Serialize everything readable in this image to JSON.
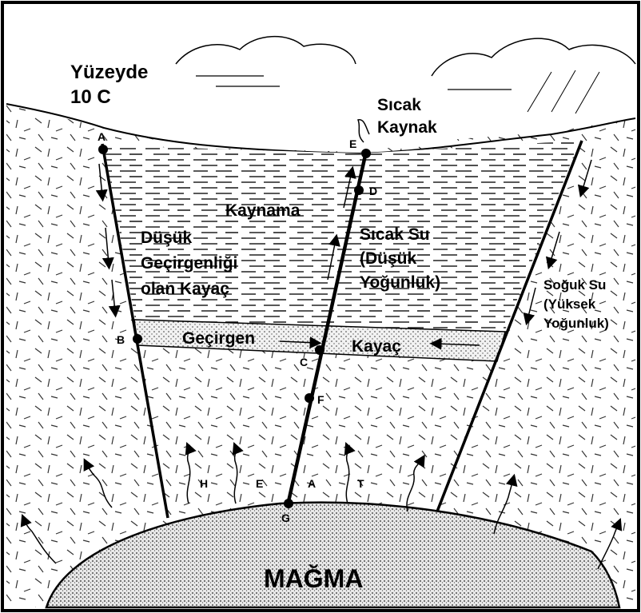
{
  "surface": {
    "line1": "Yüzeyde",
    "line2": "10 C"
  },
  "hot_spring": {
    "line1": "Sıcak",
    "line2": "Kaynak"
  },
  "boiling": "Kaynama",
  "low_perm_rock": {
    "line1": "Düşük",
    "line2": "Geçirgenliği",
    "line3": "olan Kayaç"
  },
  "hot_water": {
    "line1": "Sıcak Su",
    "line2": "(Düşük",
    "line3": "Yoğunluk)"
  },
  "cold_water": {
    "line1": "Soğuk Su",
    "line2": "(Yüksek",
    "line3": "Yoğunluk)"
  },
  "permeable_layer": {
    "word1": "Geçirgen",
    "word2": "Kayaç"
  },
  "points": {
    "A": "A",
    "B": "B",
    "C": "C",
    "D": "D",
    "E": "E",
    "F": "F",
    "G": "G"
  },
  "heat_letters": [
    "H",
    "E",
    "A",
    "T"
  ],
  "magma": "MAĞMA"
}
